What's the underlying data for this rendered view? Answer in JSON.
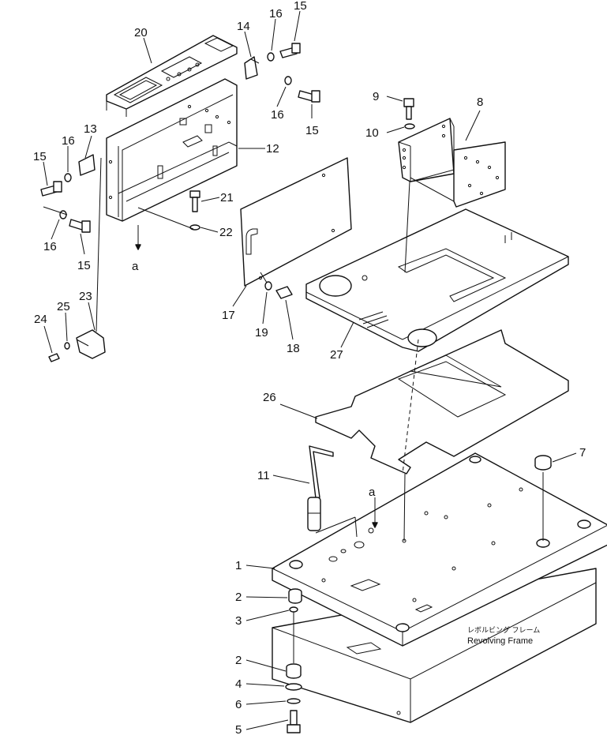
{
  "callouts": [
    "1",
    "2",
    "3",
    "2",
    "4",
    "6",
    "5",
    "7",
    "8",
    "9",
    "10",
    "11",
    "a",
    "12",
    "13",
    "14",
    "15",
    "16",
    "15",
    "16",
    "15",
    "16",
    "15",
    "16",
    "17",
    "18",
    "19",
    "20",
    "21",
    "22",
    "a",
    "23",
    "24",
    "25",
    "26",
    "27"
  ],
  "frame_label": {
    "japanese": "レボルビング フレーム",
    "english": "Revolving Frame"
  },
  "colors": {
    "line": "#111111",
    "background": "#ffffff"
  }
}
